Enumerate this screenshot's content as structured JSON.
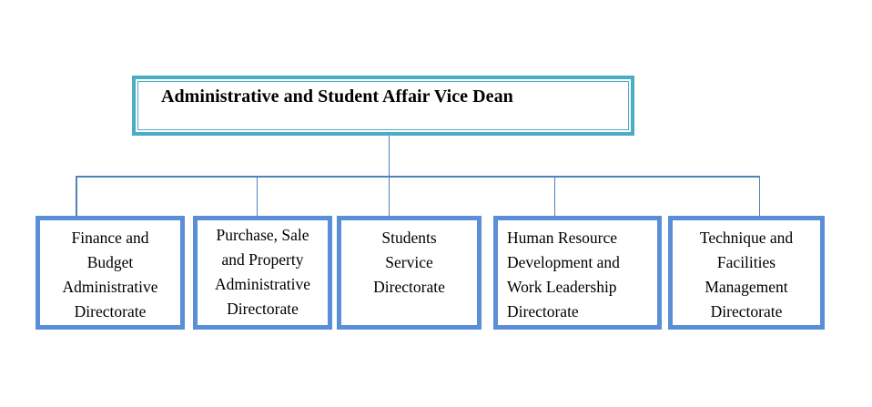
{
  "diagram": {
    "type": "org-chart",
    "root": {
      "title": "Administrative and Student Affair Vice Dean"
    },
    "children": [
      {
        "name": "finance-budget",
        "lines": [
          "Finance and",
          "Budget",
          "Administrative",
          "Directorate"
        ]
      },
      {
        "name": "purchase-sale-property",
        "lines": [
          "Purchase, Sale",
          "and Property",
          "Administrative",
          "Directorate"
        ]
      },
      {
        "name": "students-service",
        "lines": [
          "Students",
          "Service",
          "Directorate"
        ]
      },
      {
        "name": "human-resource",
        "lines": [
          "Human Resource",
          "Development and",
          "Work Leadership",
          "Directorate"
        ]
      },
      {
        "name": "technique-facilities",
        "lines": [
          "Technique and",
          "Facilities",
          "Management",
          "Directorate"
        ]
      }
    ],
    "colors": {
      "root_border": "#4bacc6",
      "child_border": "#5a8ed6",
      "connector": "#4f81bd",
      "text": "#000000",
      "background": "#ffffff"
    }
  }
}
